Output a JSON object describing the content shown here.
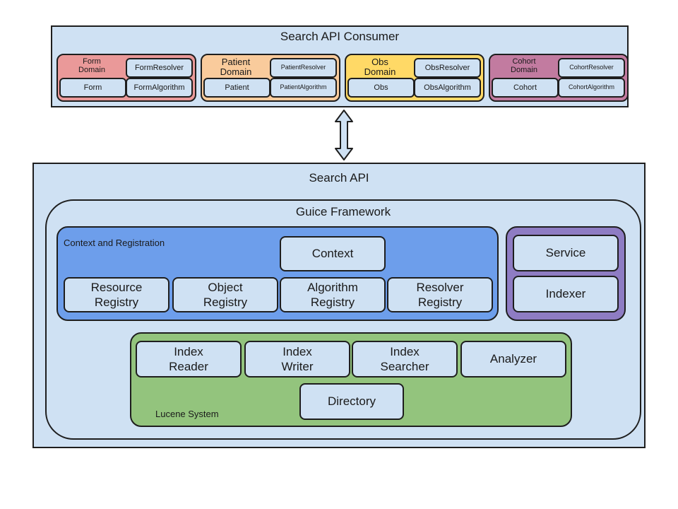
{
  "consumer": {
    "title": "Search API Consumer",
    "domains": [
      {
        "label": "Form\nDomain",
        "resolver": "FormResolver",
        "entity": "Form",
        "algorithm": "FormAlgorithm",
        "color": "#ea9999"
      },
      {
        "label": "Patient\nDomain",
        "resolver": "PatientResolver",
        "entity": "Patient",
        "algorithm": "PatientAlgorithm",
        "color": "#f9cb9c"
      },
      {
        "label": "Obs\nDomain",
        "resolver": "ObsResolver",
        "entity": "Obs",
        "algorithm": "ObsAlgorithm",
        "color": "#ffd966"
      },
      {
        "label": "Cohort\nDomain",
        "resolver": "CohortResolver",
        "entity": "Cohort",
        "algorithm": "CohortAlgorithm",
        "color": "#c27ba0"
      }
    ]
  },
  "search_api": {
    "title": "Search API",
    "guice": {
      "title": "Guice Framework",
      "context_registration": {
        "label": "Context and Registration",
        "context": "Context",
        "registries": [
          "Resource\nRegistry",
          "Object\nRegistry",
          "Algorithm\nRegistry",
          "Resolver\nRegistry"
        ]
      },
      "services": [
        "Service",
        "Indexer"
      ],
      "lucene": {
        "label": "Lucene System",
        "components": [
          "Index\nReader",
          "Index\nWriter",
          "Index\nSearcher",
          "Analyzer"
        ],
        "directory": "Directory"
      }
    }
  },
  "colors": {
    "panel": "#cfe1f3",
    "context": "#6d9eeb",
    "service": "#8e7cc3",
    "lucene": "#93c47d"
  }
}
